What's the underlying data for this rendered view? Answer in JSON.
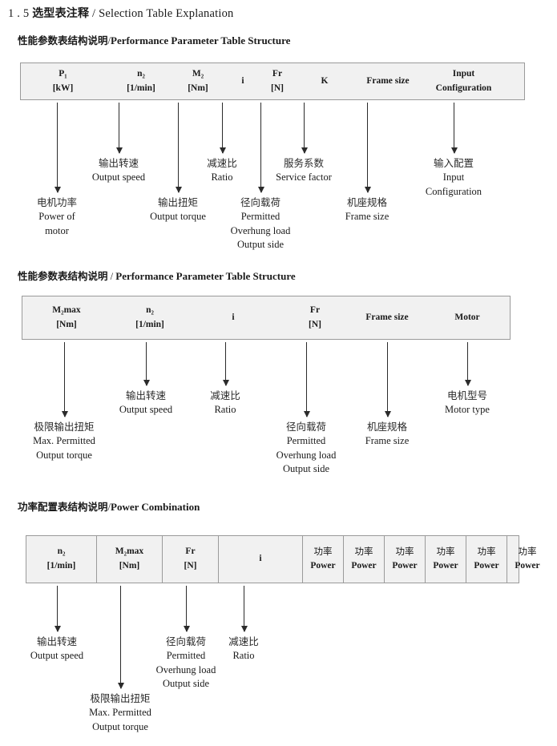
{
  "document": {
    "section_number": "1 . 5",
    "title_cn": "选型表注释",
    "title_sep": "/",
    "title_en": "Selection Table Explanation"
  },
  "sections": [
    {
      "heading": {
        "cn": "性能参数表结构说明",
        "sep": "/",
        "en": "Performance Parameter Table Structure"
      },
      "table": {
        "columns": [
          {
            "line1": "P₁",
            "line2": "[kW]"
          },
          {
            "line1": "n₂",
            "line2": "[1/min]"
          },
          {
            "line1": "M₂",
            "line2": "[Nm]"
          },
          {
            "line1": "i",
            "line2": ""
          },
          {
            "line1": "Fr",
            "line2": "[N]"
          },
          {
            "line1": "K",
            "line2": ""
          },
          {
            "line1": "Frame size",
            "line2": ""
          },
          {
            "line1": "Input",
            "line2": "Configuration"
          }
        ]
      },
      "notes": [
        {
          "cn": "电机功率",
          "en": [
            "Power of",
            "motor"
          ]
        },
        {
          "cn": "输出转速",
          "en": [
            "Output speed"
          ]
        },
        {
          "cn": "输出扭矩",
          "en": [
            "Output torque"
          ]
        },
        {
          "cn": "减速比",
          "en": [
            "Ratio"
          ]
        },
        {
          "cn": "径向载荷",
          "en": [
            "Permitted",
            "Overhung load",
            "Output side"
          ]
        },
        {
          "cn": "服务系数",
          "en": [
            "Service factor"
          ]
        },
        {
          "cn": "机座规格",
          "en": [
            "Frame size"
          ]
        },
        {
          "cn": "输入配置",
          "en": [
            "Input",
            "Configuration"
          ]
        }
      ]
    },
    {
      "heading": {
        "cn": "性能参数表结构说明",
        "sep": "/",
        "en": "Performance Parameter Table Structure"
      },
      "table": {
        "columns": [
          {
            "line1": "M₂max",
            "line2": "[Nm]"
          },
          {
            "line1": "n₂",
            "line2": "[1/min]"
          },
          {
            "line1": "i",
            "line2": ""
          },
          {
            "line1": "Fr",
            "line2": "[N]"
          },
          {
            "line1": "Frame size",
            "line2": ""
          },
          {
            "line1": "Motor",
            "line2": ""
          }
        ]
      },
      "notes": [
        {
          "cn": "极限输出扭矩",
          "en": [
            "Max. Permitted",
            "Output  torque"
          ]
        },
        {
          "cn": "输出转速",
          "en": [
            "Output speed"
          ]
        },
        {
          "cn": "减速比",
          "en": [
            "Ratio"
          ]
        },
        {
          "cn": "径向载荷",
          "en": [
            "Permitted",
            "Overhung load",
            "Output side"
          ]
        },
        {
          "cn": "机座规格",
          "en": [
            "Frame size"
          ]
        },
        {
          "cn": "电机型号",
          "en": [
            "Motor type"
          ]
        }
      ]
    },
    {
      "heading": {
        "cn": "功率配置表结构说明",
        "sep": "/",
        "en": "Power Combination"
      },
      "table": {
        "columns": [
          {
            "line1": "n₂",
            "line2": "[1/min]"
          },
          {
            "line1": "M₂max",
            "line2": "[Nm]"
          },
          {
            "line1": "Fr",
            "line2": "[N]"
          },
          {
            "line1": "i",
            "line2": ""
          },
          {
            "line1": "功率",
            "line2": "Power"
          },
          {
            "line1": "功率",
            "line2": "Power"
          },
          {
            "line1": "功率",
            "line2": "Power"
          },
          {
            "line1": "功率",
            "line2": "Power"
          },
          {
            "line1": "功率",
            "line2": "Power"
          },
          {
            "line1": "功率",
            "line2": "Power"
          }
        ]
      },
      "notes": [
        {
          "cn": "输出转速",
          "en": [
            "Output speed"
          ]
        },
        {
          "cn": "极限输出扭矩",
          "en": [
            "Max. Permitted",
            "Output  torque"
          ]
        },
        {
          "cn": "径向载荷",
          "en": [
            "Permitted",
            "Overhung load",
            "Output side"
          ]
        },
        {
          "cn": "减速比",
          "en": [
            "Ratio"
          ]
        }
      ]
    }
  ],
  "colors": {
    "table_fill": "#f1f1f1",
    "table_border": "#9a9a9a",
    "arrow": "#2b2b2b",
    "text": "#1a1a1a"
  }
}
